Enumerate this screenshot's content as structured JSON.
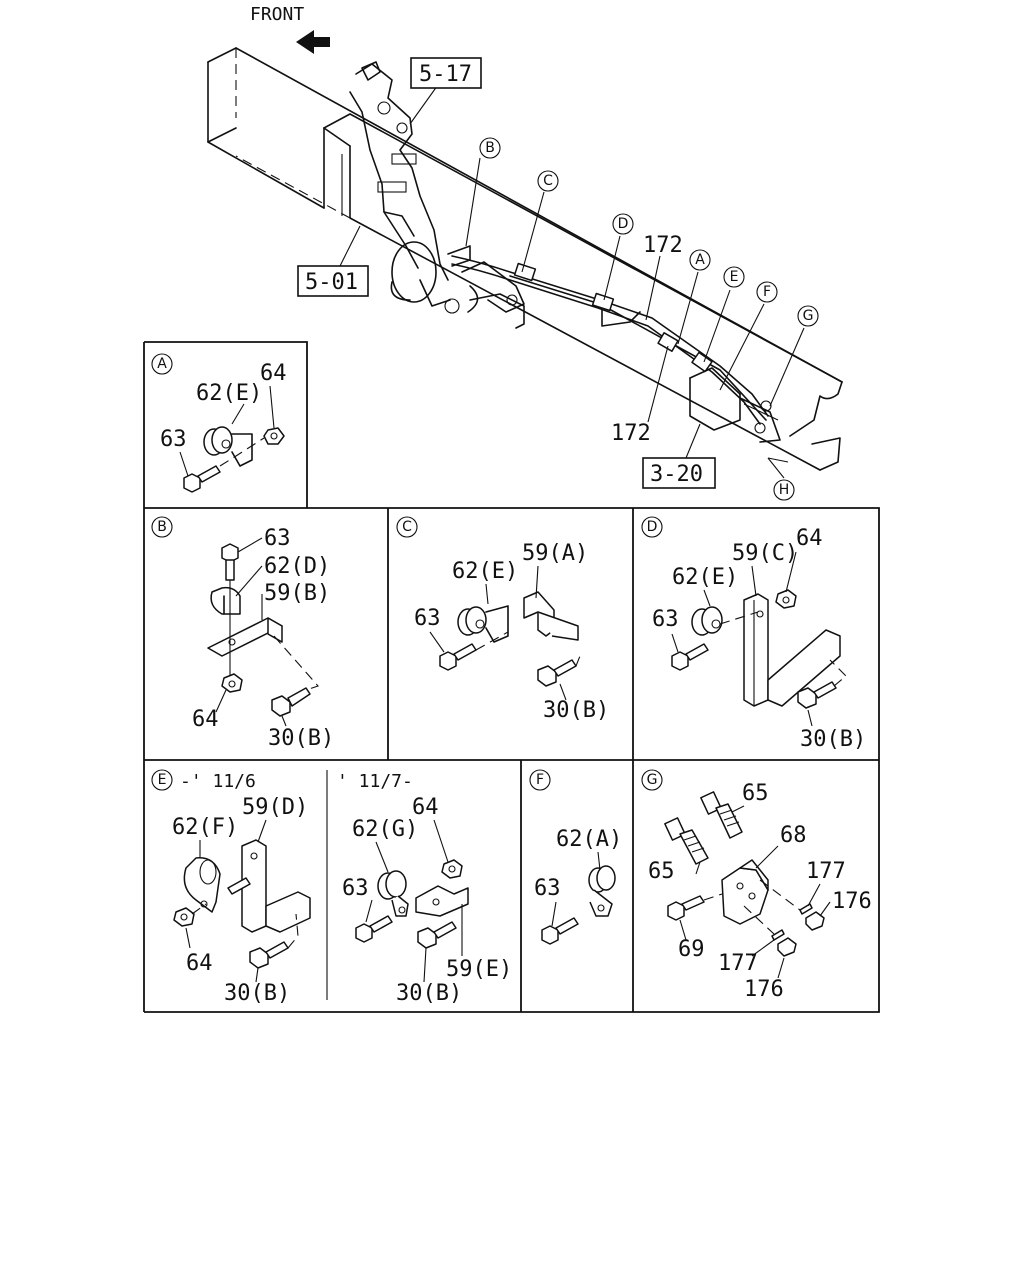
{
  "front_label": "FRONT",
  "main": {
    "ref_boxes": {
      "r1": "5-17",
      "r2": "5-01",
      "r3": "3-20"
    },
    "callouts": {
      "B": "B",
      "C": "C",
      "D": "D",
      "A": "A",
      "E": "E",
      "F": "F",
      "G": "G",
      "H": "H"
    },
    "pipe_labels": {
      "upper": "172",
      "lower": "172"
    }
  },
  "panel_A": {
    "id": "A",
    "labels": {
      "clip": "62(E)",
      "nut": "64",
      "bolt": "63"
    }
  },
  "panel_B": {
    "id": "B",
    "labels": {
      "bolt": "63",
      "clip": "62(D)",
      "bracket": "59(B)",
      "nut": "64",
      "bolt2": "30(B)"
    }
  },
  "panel_C": {
    "id": "C",
    "labels": {
      "bracket": "59(A)",
      "clip": "62(E)",
      "bolt": "63",
      "bolt2": "30(B)"
    }
  },
  "panel_D": {
    "id": "D",
    "labels": {
      "bracket": "59(C)",
      "nut": "64",
      "clip": "62(E)",
      "bolt": "63",
      "bolt2": "30(B)"
    }
  },
  "panel_E": {
    "id": "E",
    "period_left": "-' 11/6",
    "period_right": "' 11/7-",
    "labels": {
      "bracket": "59(D)",
      "clip": "62(F)",
      "nut": "64",
      "bolt2": "30(B)"
    },
    "labels_right": {
      "clip": "62(G)",
      "nut": "64",
      "bolt": "63",
      "bolt2": "30(B)",
      "bracket": "59(E)"
    }
  },
  "panel_F": {
    "id": "F",
    "labels": {
      "clip": "62(A)",
      "bolt": "63"
    }
  },
  "panel_G": {
    "id": "G",
    "labels": {
      "hose_top": "65",
      "hose_left": "65",
      "bracket": "68",
      "bolt": "69",
      "pin_top": "177",
      "nut_top": "176",
      "pin_bottom": "177",
      "nut_bottom": "176"
    }
  }
}
